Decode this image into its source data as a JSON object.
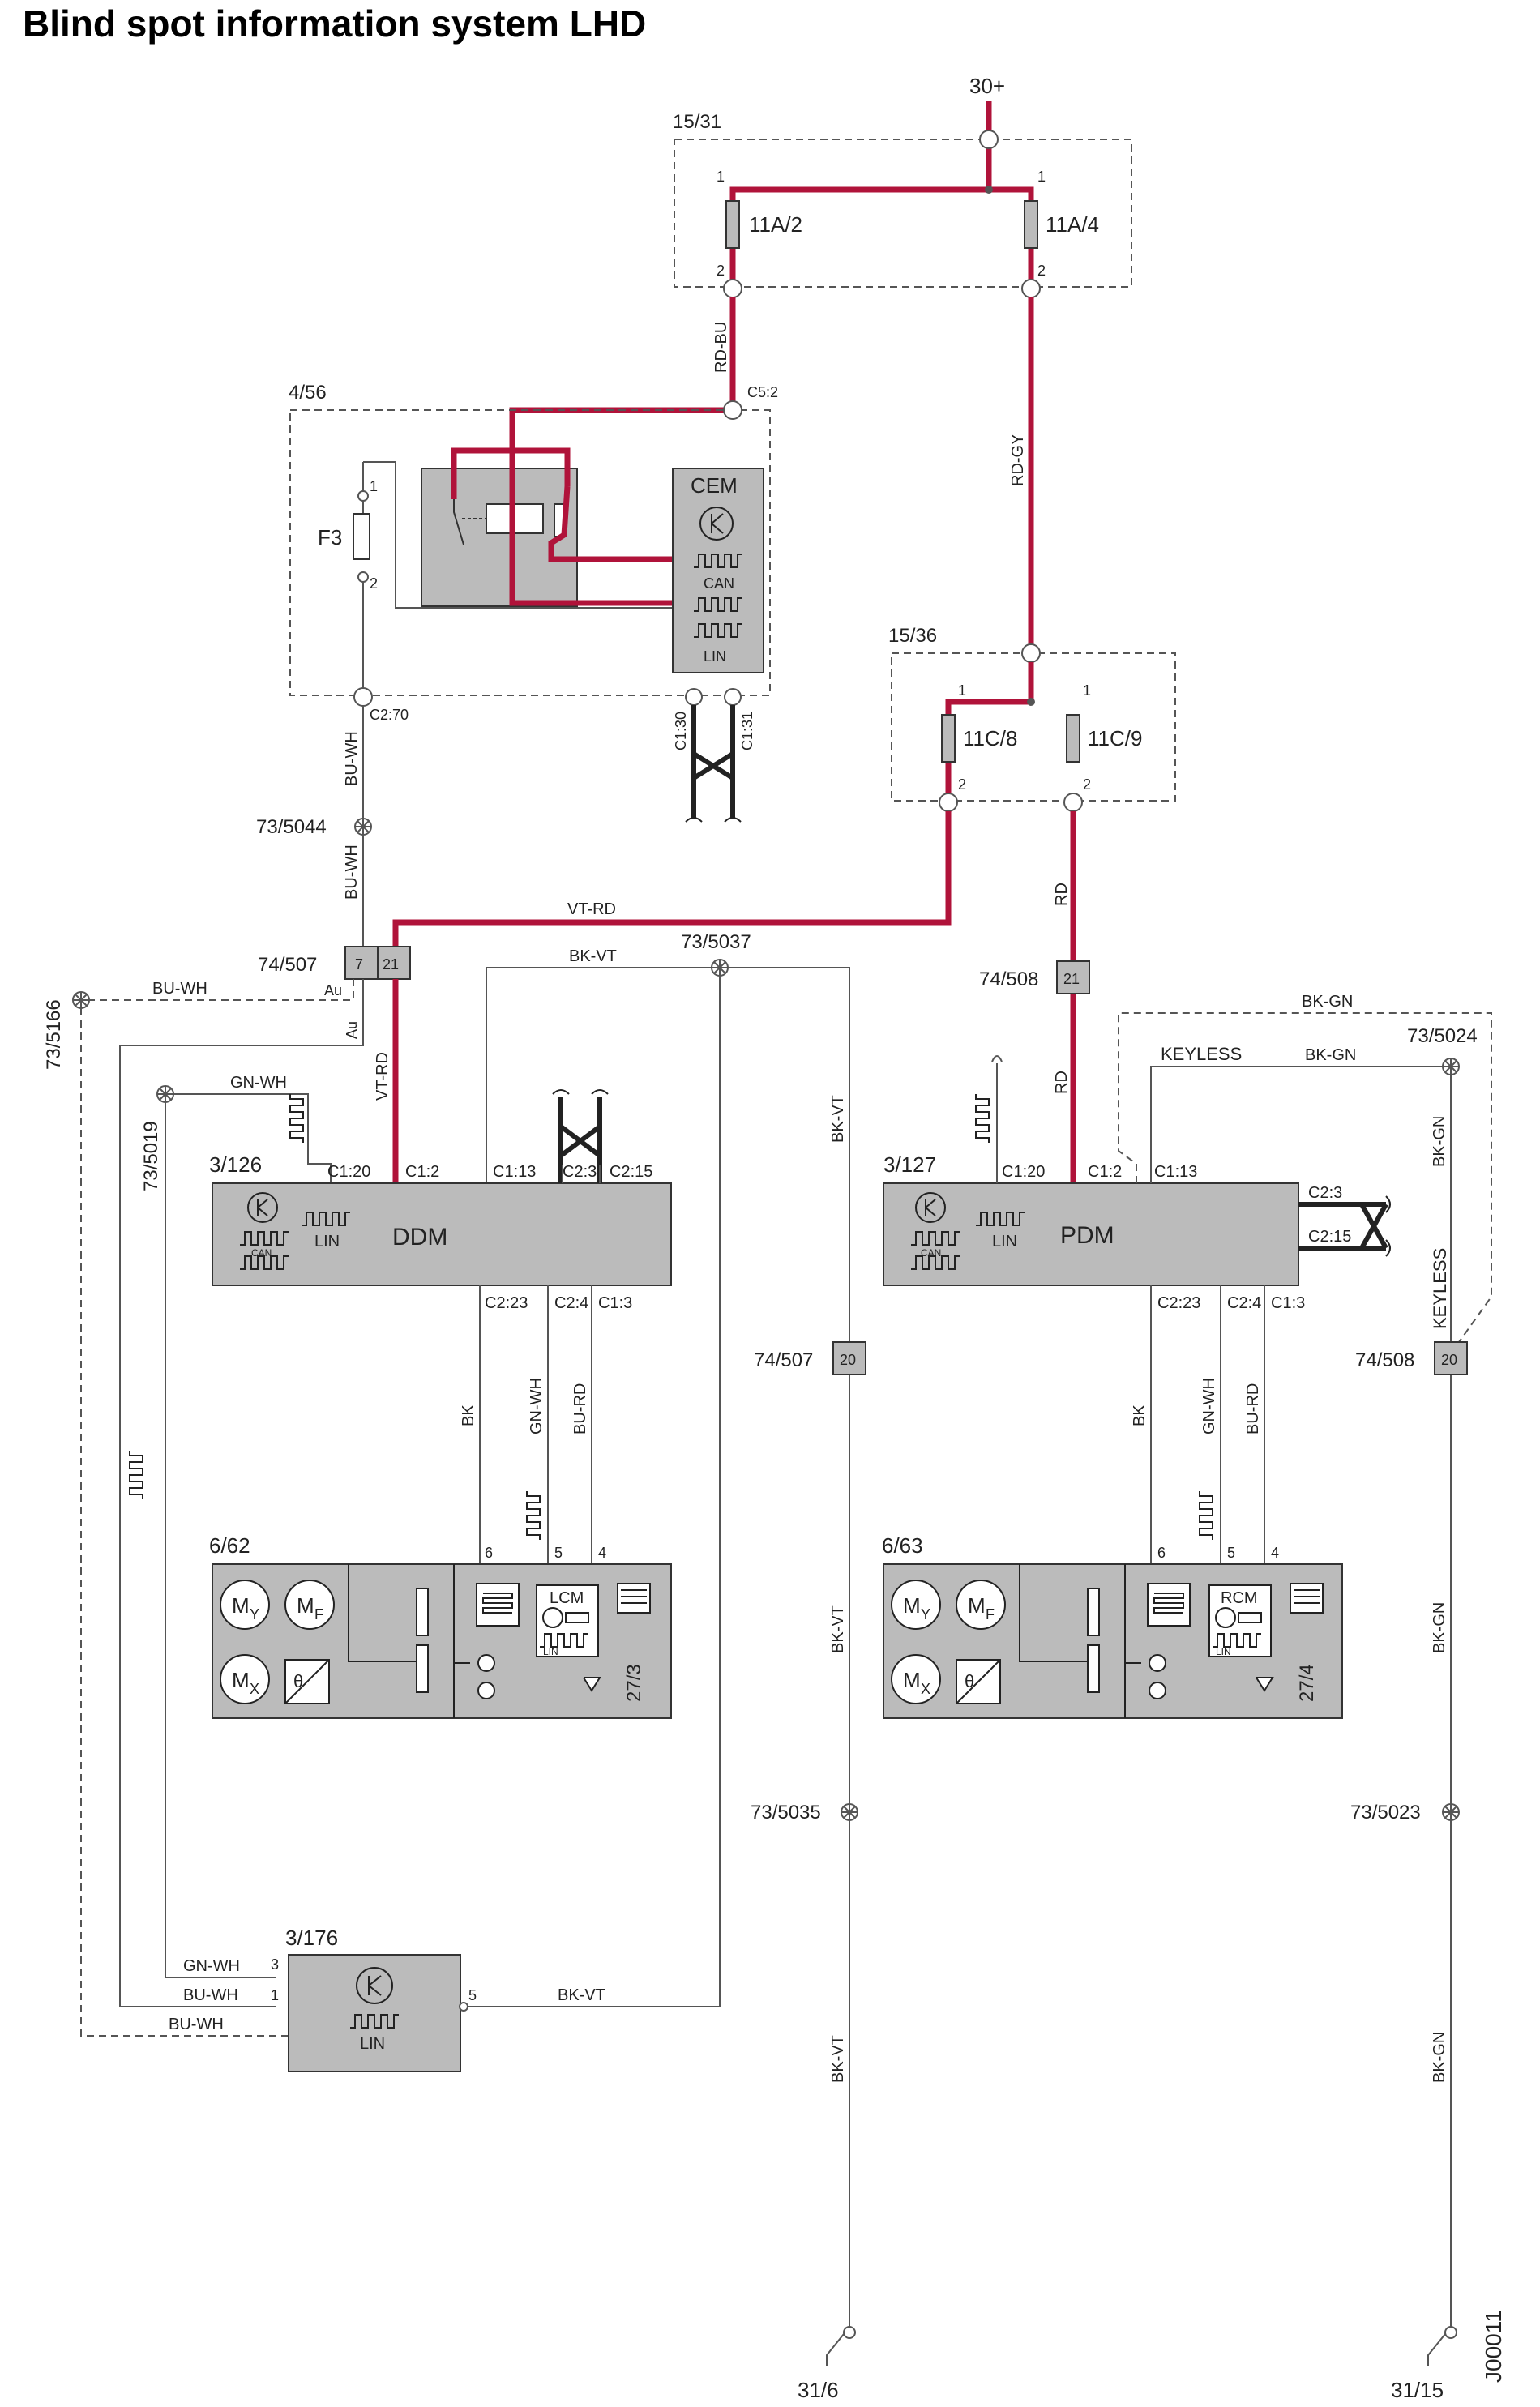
{
  "title": "Blind spot information system LHD",
  "drawing_id": "J00011",
  "supply": "30+",
  "grounds": [
    "31/6",
    "31/15"
  ],
  "fuse_boxes": {
    "a": {
      "id": "15/31",
      "f1": "11A/2",
      "f2": "11A/4"
    },
    "b": {
      "id": "15/36",
      "f1": "11C/8",
      "f2": "11C/9"
    }
  },
  "pins": {
    "p1": "1",
    "p2": "2",
    "p3": "3",
    "p4": "4",
    "p5": "5",
    "p6": "6"
  },
  "cem_box": {
    "id": "4/56",
    "module": "CEM",
    "fuse": "F3",
    "can": "CAN",
    "lin": "LIN",
    "c5_2": "C5:2",
    "c2_70": "C2:70",
    "c1_30": "C1:30",
    "c1_31": "C1:31"
  },
  "wires": {
    "rd_bu": "RD-BU",
    "rd_gy": "RD-GY",
    "rd": "RD",
    "bu_wh": "BU-WH",
    "vt_rd": "VT-RD",
    "bk_vt": "BK-VT",
    "gn_wh": "GN-WH",
    "bk": "BK",
    "bu_rd": "BU-RD",
    "bk_gn": "BK-GN",
    "keyless": "KEYLESS"
  },
  "splices": {
    "s5044": "73/5044",
    "s5037": "73/5037",
    "s5166": "73/5166",
    "s5019": "73/5019",
    "s5024": "73/5024",
    "s5035": "73/5035",
    "s5023": "73/5023"
  },
  "connectors": {
    "c507": "74/507",
    "c508": "74/508",
    "n7": "7",
    "n21": "21",
    "n20": "20",
    "au": "Au"
  },
  "ddm": {
    "id": "3/126",
    "name": "DDM",
    "lin": "LIN",
    "can": "CAN",
    "c1_20": "C1:20",
    "c1_2": "C1:2",
    "c1_13": "C1:13",
    "c2_3": "C2:3",
    "c2_15": "C2:15",
    "c2_23": "C2:23",
    "c2_4": "C2:4",
    "c1_3": "C1:3"
  },
  "pdm": {
    "id": "3/127",
    "name": "PDM",
    "lin": "LIN",
    "can": "CAN",
    "c1_20": "C1:20",
    "c1_2": "C1:2",
    "c1_13": "C1:13",
    "c2_3": "C2:3",
    "c2_15": "C2:15",
    "c2_23": "C2:23",
    "c2_4": "C2:4",
    "c1_3": "C1:3"
  },
  "mirror_left": {
    "id": "6/62",
    "cam": "LCM",
    "lamp": "27/3",
    "lin": "LIN"
  },
  "mirror_right": {
    "id": "6/63",
    "cam": "RCM",
    "lamp": "27/4",
    "lin": "LIN"
  },
  "motors": {
    "my": "M",
    "y": "Y",
    "mf": "M",
    "f": "F",
    "mx": "M",
    "x": "X",
    "theta": "θ"
  },
  "switch_module": {
    "id": "3/176",
    "lin": "LIN"
  }
}
